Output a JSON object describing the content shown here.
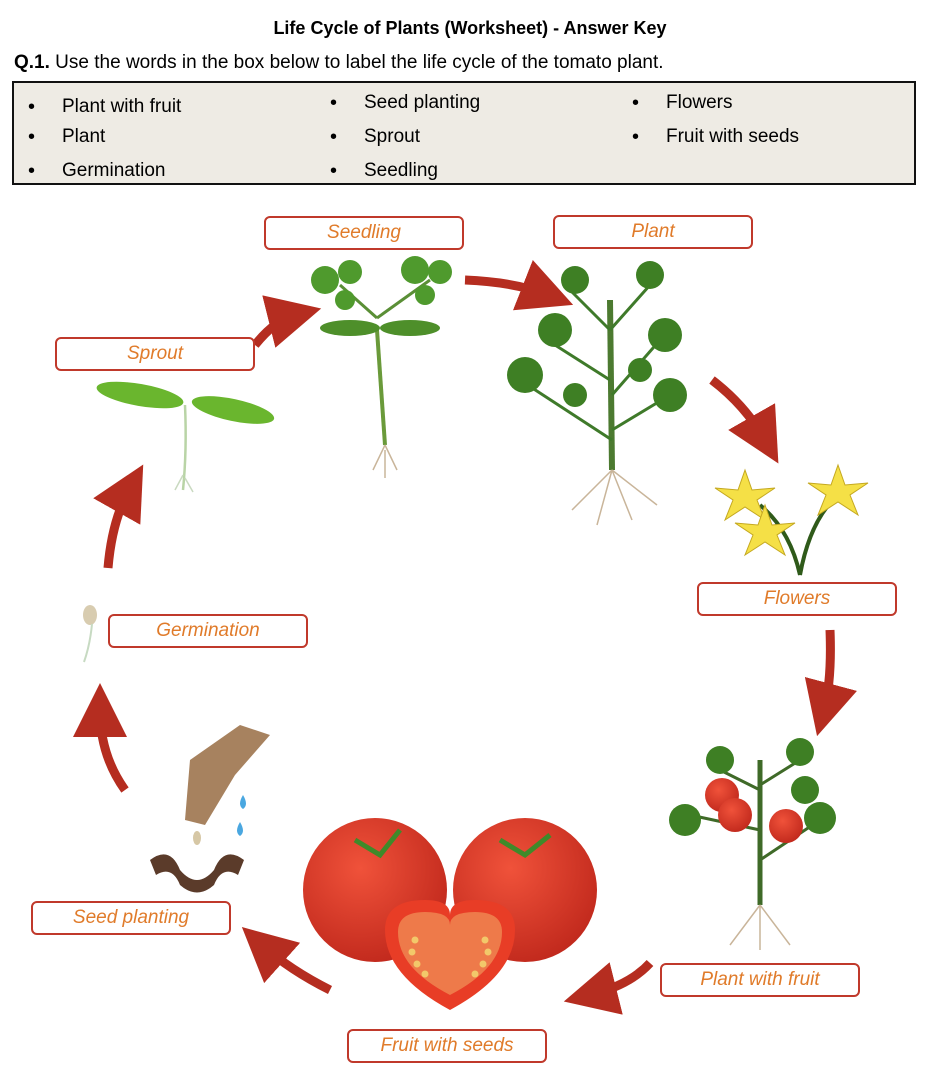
{
  "document": {
    "title": "Life Cycle of Plants (Worksheet) - Answer Key",
    "question_number": "Q.1.",
    "question_text": " Use the words in the box below to label the life cycle of the tomato plant."
  },
  "word_box": {
    "columns": [
      [
        "Plant with fruit",
        "Plant",
        "Germination"
      ],
      [
        "Seed planting",
        "Sprout",
        "Seedling"
      ],
      [
        "Flowers",
        "Fruit with seeds"
      ]
    ]
  },
  "cycle_labels": {
    "seedling": "Seedling",
    "plant": "Plant",
    "sprout": "Sprout",
    "flowers": "Flowers",
    "germination": "Germination",
    "seed_planting": "Seed planting",
    "plant_with_fruit": "Plant with fruit",
    "fruit_with_seeds": "Fruit with seeds"
  },
  "colors": {
    "label_border": "#c0392b",
    "label_text": "#e07b2a",
    "arrow": "#b52d20",
    "box_bg": "#eeebe4"
  }
}
